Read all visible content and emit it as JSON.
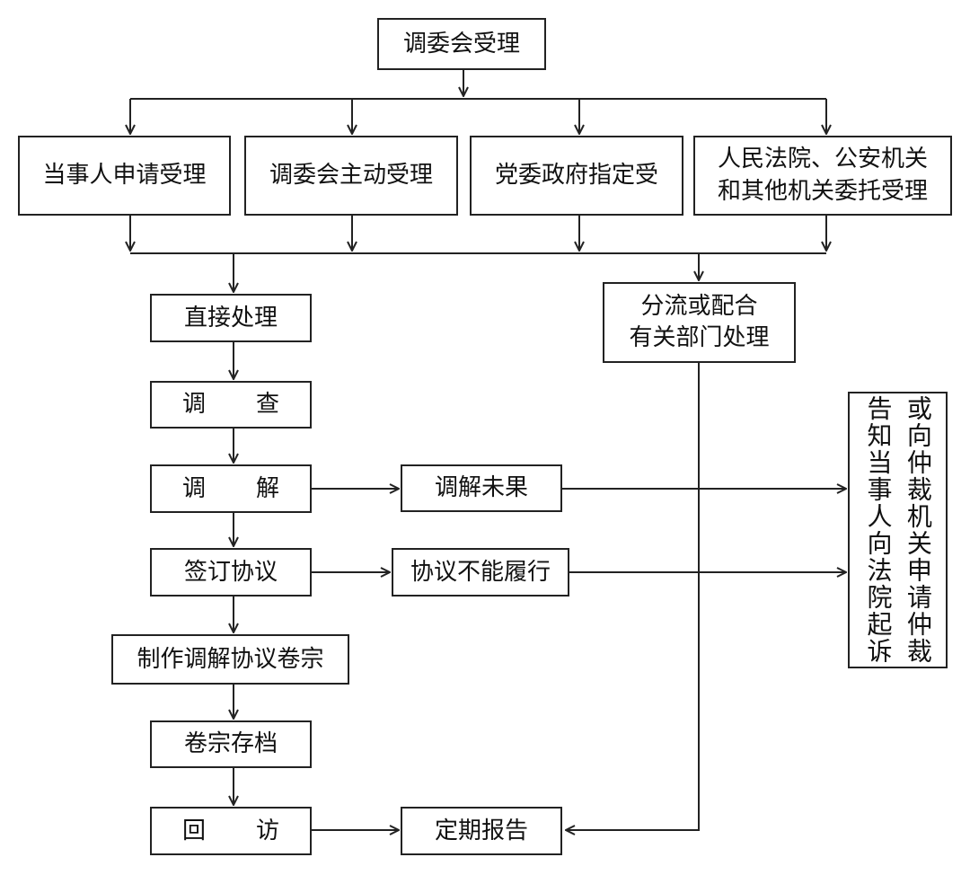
{
  "nodes": {
    "accept": "调委会受理",
    "party_request": "当事人申请受理",
    "initiative": "调委会主动受理",
    "party_gov": "党委政府指定受",
    "court_police_line1": "人民法院、公安机关",
    "court_police_line2": "和其他机关委托受理",
    "direct": "直接处理",
    "divert_line1": "分流或配合",
    "divert_line2": "有关部门处理",
    "investigate_a": "调",
    "investigate_b": "查",
    "mediate_a": "调",
    "mediate_b": "解",
    "mediation_failed": "调解未果",
    "sign": "签订协议",
    "cannot_fulfill": "协议不能履行",
    "make_file": "制作调解协议卷宗",
    "archive": "卷宗存档",
    "revisit_a": "回",
    "revisit_b": "访",
    "report": "定期报告",
    "notify_line1": "或向仲裁机关申请仲裁",
    "notify_line2": "告知当事人向法院起诉"
  },
  "colors": {
    "stroke": "#222222",
    "text": "#111111",
    "background": "#ffffff"
  }
}
